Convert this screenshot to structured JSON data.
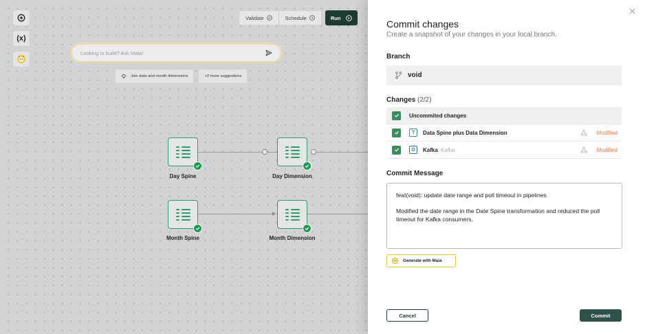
{
  "canvas": {
    "toolbar": {
      "add_label": "+",
      "variables_label": "(x)",
      "maia_icon": "maia-icon"
    },
    "top_actions": {
      "validate_label": "Validate",
      "schedule_label": "Schedule",
      "run_label": "Run"
    },
    "ask": {
      "placeholder": "Looking to build? Ask Maia!"
    },
    "suggestions": [
      {
        "label": "Join data and month dimensions"
      },
      {
        "label": "+2 more suggestions"
      }
    ],
    "nodes": [
      {
        "label": "Day Spine"
      },
      {
        "label": "Day Dimension"
      },
      {
        "label": "Month Spine"
      },
      {
        "label": "Month Dimension"
      }
    ]
  },
  "panel": {
    "title": "Commit changes",
    "subtitle": "Create a snapshot of your changes in your local branch.",
    "branch_heading": "Branch",
    "branch_name": "void",
    "changes_heading": "Changes",
    "changes_count": "(2/2)",
    "changes_header_label": "Uncommited changes",
    "changes": [
      {
        "badge": "T",
        "name": "Data Spine plus Data Dimension",
        "sub": "",
        "status": "Modified"
      },
      {
        "badge": "O",
        "name": "Kafka",
        "sub": "Kafka",
        "status": "Modified"
      }
    ],
    "message_heading": "Commit Message",
    "message_line1": "feat(void): update date range and poll timeout in pipelines",
    "message_line2": "Modified the date range in the Date Spine transformation and reduced the poll timeout for Kafka consumers.",
    "generate_label": "Generate with Maia",
    "cancel_label": "Cancel",
    "commit_label": "Commit"
  },
  "colors": {
    "accent_dark": "#1d3b33",
    "node_green": "#2f9a6a",
    "modified_orange": "#e07a55",
    "maia_yellow": "#e8c73a"
  }
}
